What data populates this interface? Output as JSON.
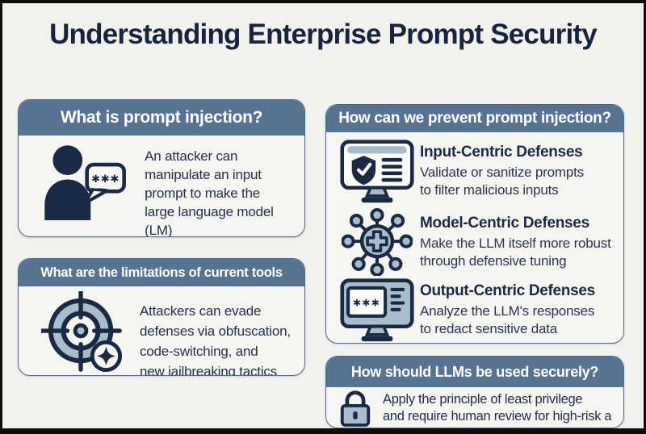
{
  "title": "Understanding Enterprise Prompt Security",
  "colors": {
    "header_bar": "#587392",
    "card_border": "#4c6b8e",
    "navy_icon": "#1b2a44",
    "slate_icon_fill": "#aabccb",
    "background": "#f3f1ee",
    "card_background": "#f7f5f2",
    "frame": "#0d0d0d"
  },
  "boxes": {
    "prompt_injection": {
      "header": "What is prompt injection?",
      "icon": "person-speech-bubble-icon",
      "bubble_text": "✱✱✱",
      "body": "An attacker can\nmanipulate an input\nprompt to make the\nlarge language model (LM)\nexecute linintended actions"
    },
    "limitations": {
      "header": "What are the limitations of current tools",
      "icon": "target-crosshair-icon",
      "body": "Attackers can evade\ndefenses via obfuscation,\ncode-switching, and\nnew jailbreaking tactics"
    },
    "prevention": {
      "header": "How can we prevent prompt injection?",
      "items": [
        {
          "icon": "monitor-shield-icon",
          "title": "Input-Centric Defenses",
          "desc": "Validate or sanitize prompts\nto filter malicious inputs"
        },
        {
          "icon": "network-hub-icon",
          "title": "Model-Centric Defenses",
          "desc": "Make the LLM itself more robust\nthrough defensive tuning"
        },
        {
          "icon": "monitor-asterisks-icon",
          "title": "Output-Centric Defenses",
          "screen_text": "✱✱✱",
          "desc": "Analyze the LLM's responses\nto redact sensitive data"
        }
      ]
    },
    "secure_use": {
      "header": "How should LLMs be used securely?",
      "icon": "lock-icon",
      "body": "Apply the principle of least privilege\nand require human review for high-risk a"
    }
  }
}
